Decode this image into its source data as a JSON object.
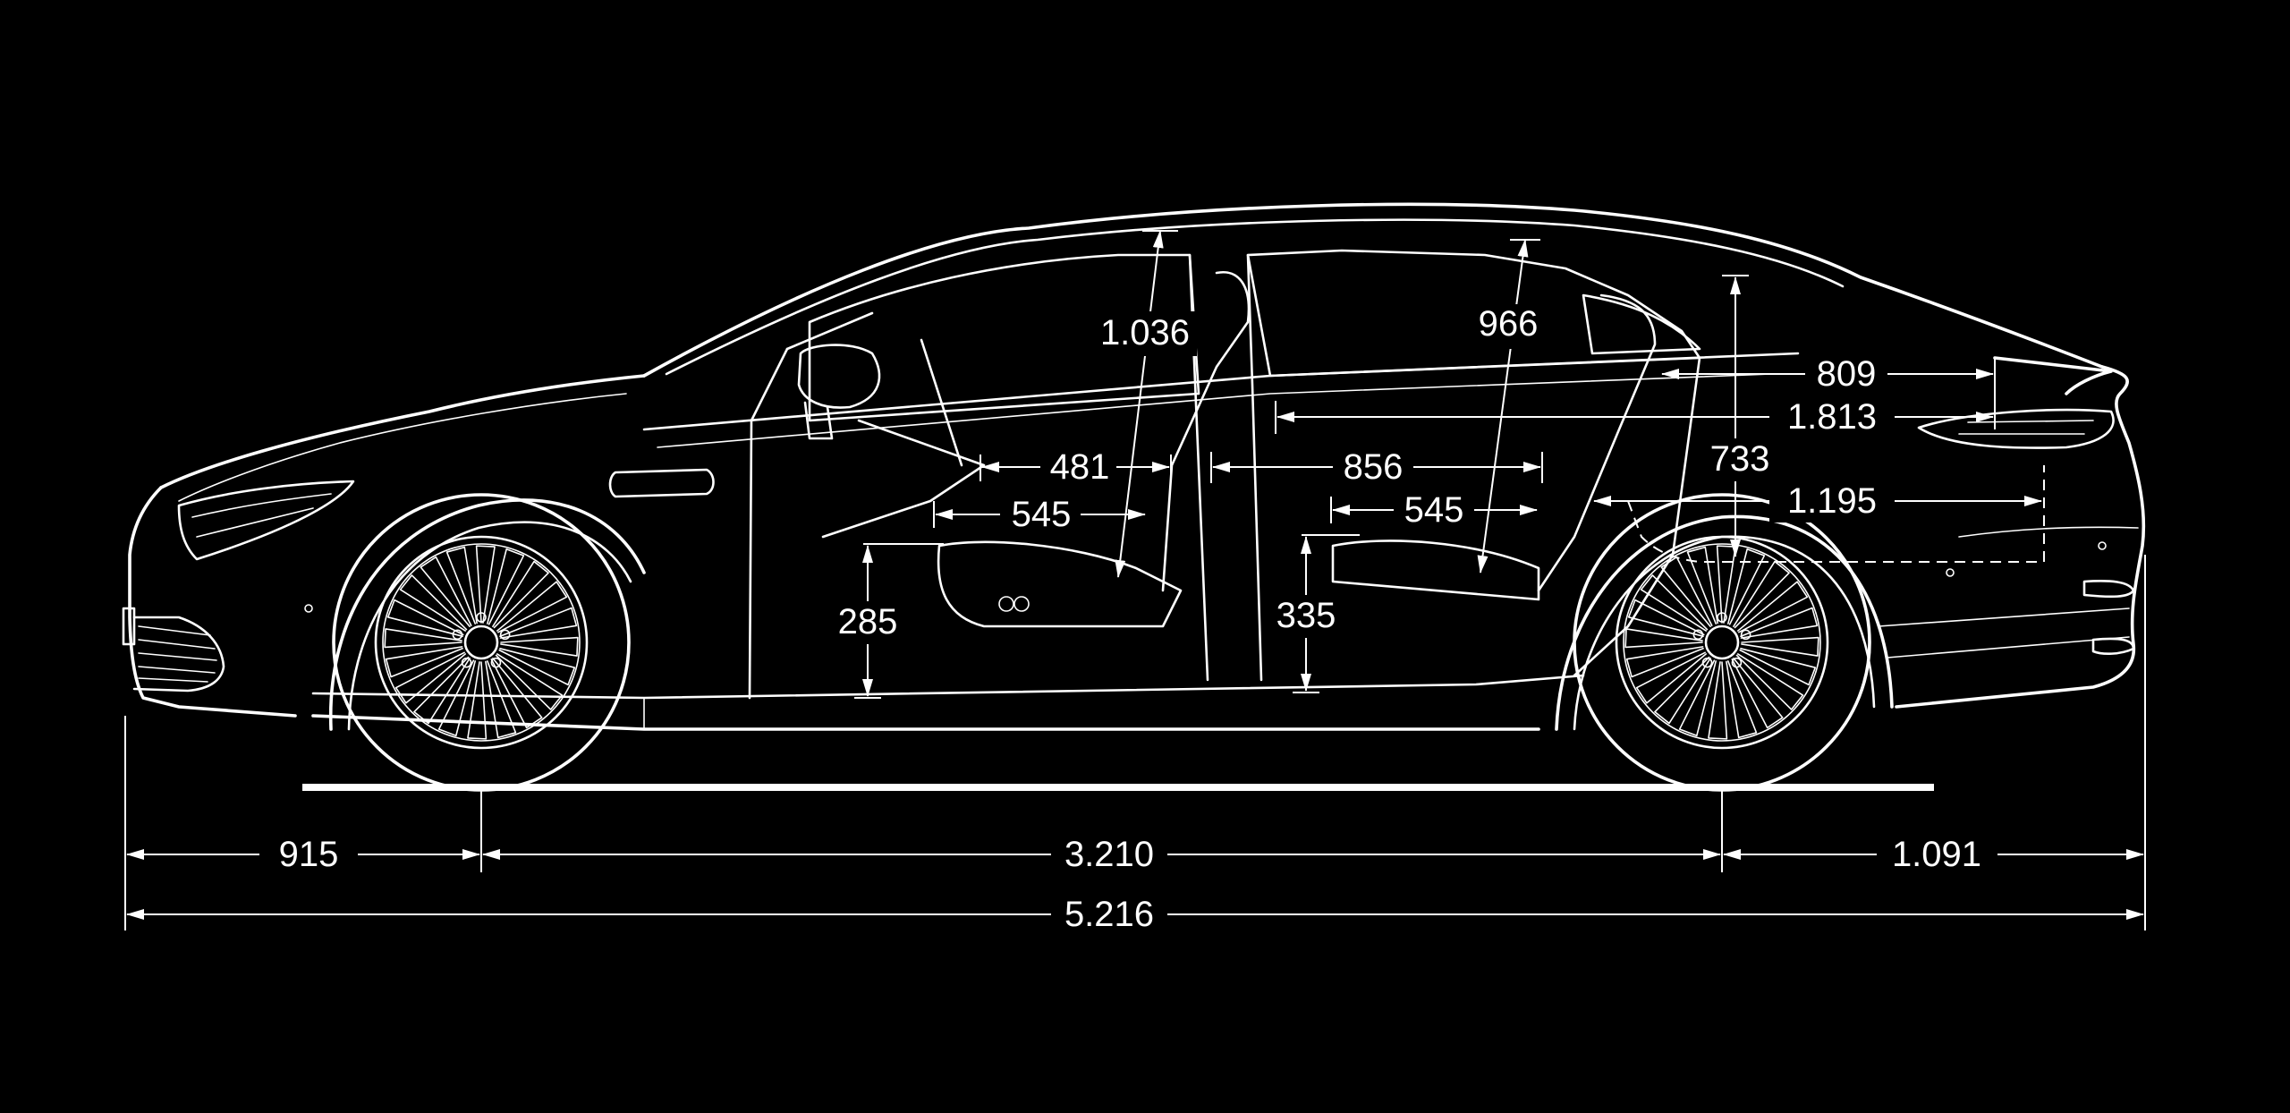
{
  "diagram": {
    "background": "#000000",
    "line_color": "#ffffff",
    "dimensions": {
      "front_overhang": "915",
      "wheelbase": "3.210",
      "rear_overhang": "1.091",
      "overall_length": "5.216",
      "front_headroom": "1.036",
      "rear_headroom": "966",
      "front_legroom_a": "481",
      "front_seat_depth": "545",
      "front_seat_height": "285",
      "rear_legroom": "856",
      "rear_seat_depth": "545",
      "rear_seat_height": "335",
      "trunk_length_upper": "809",
      "trunk_length_total": "1.813",
      "trunk_height": "733",
      "trunk_length_floor": "1.195"
    }
  }
}
